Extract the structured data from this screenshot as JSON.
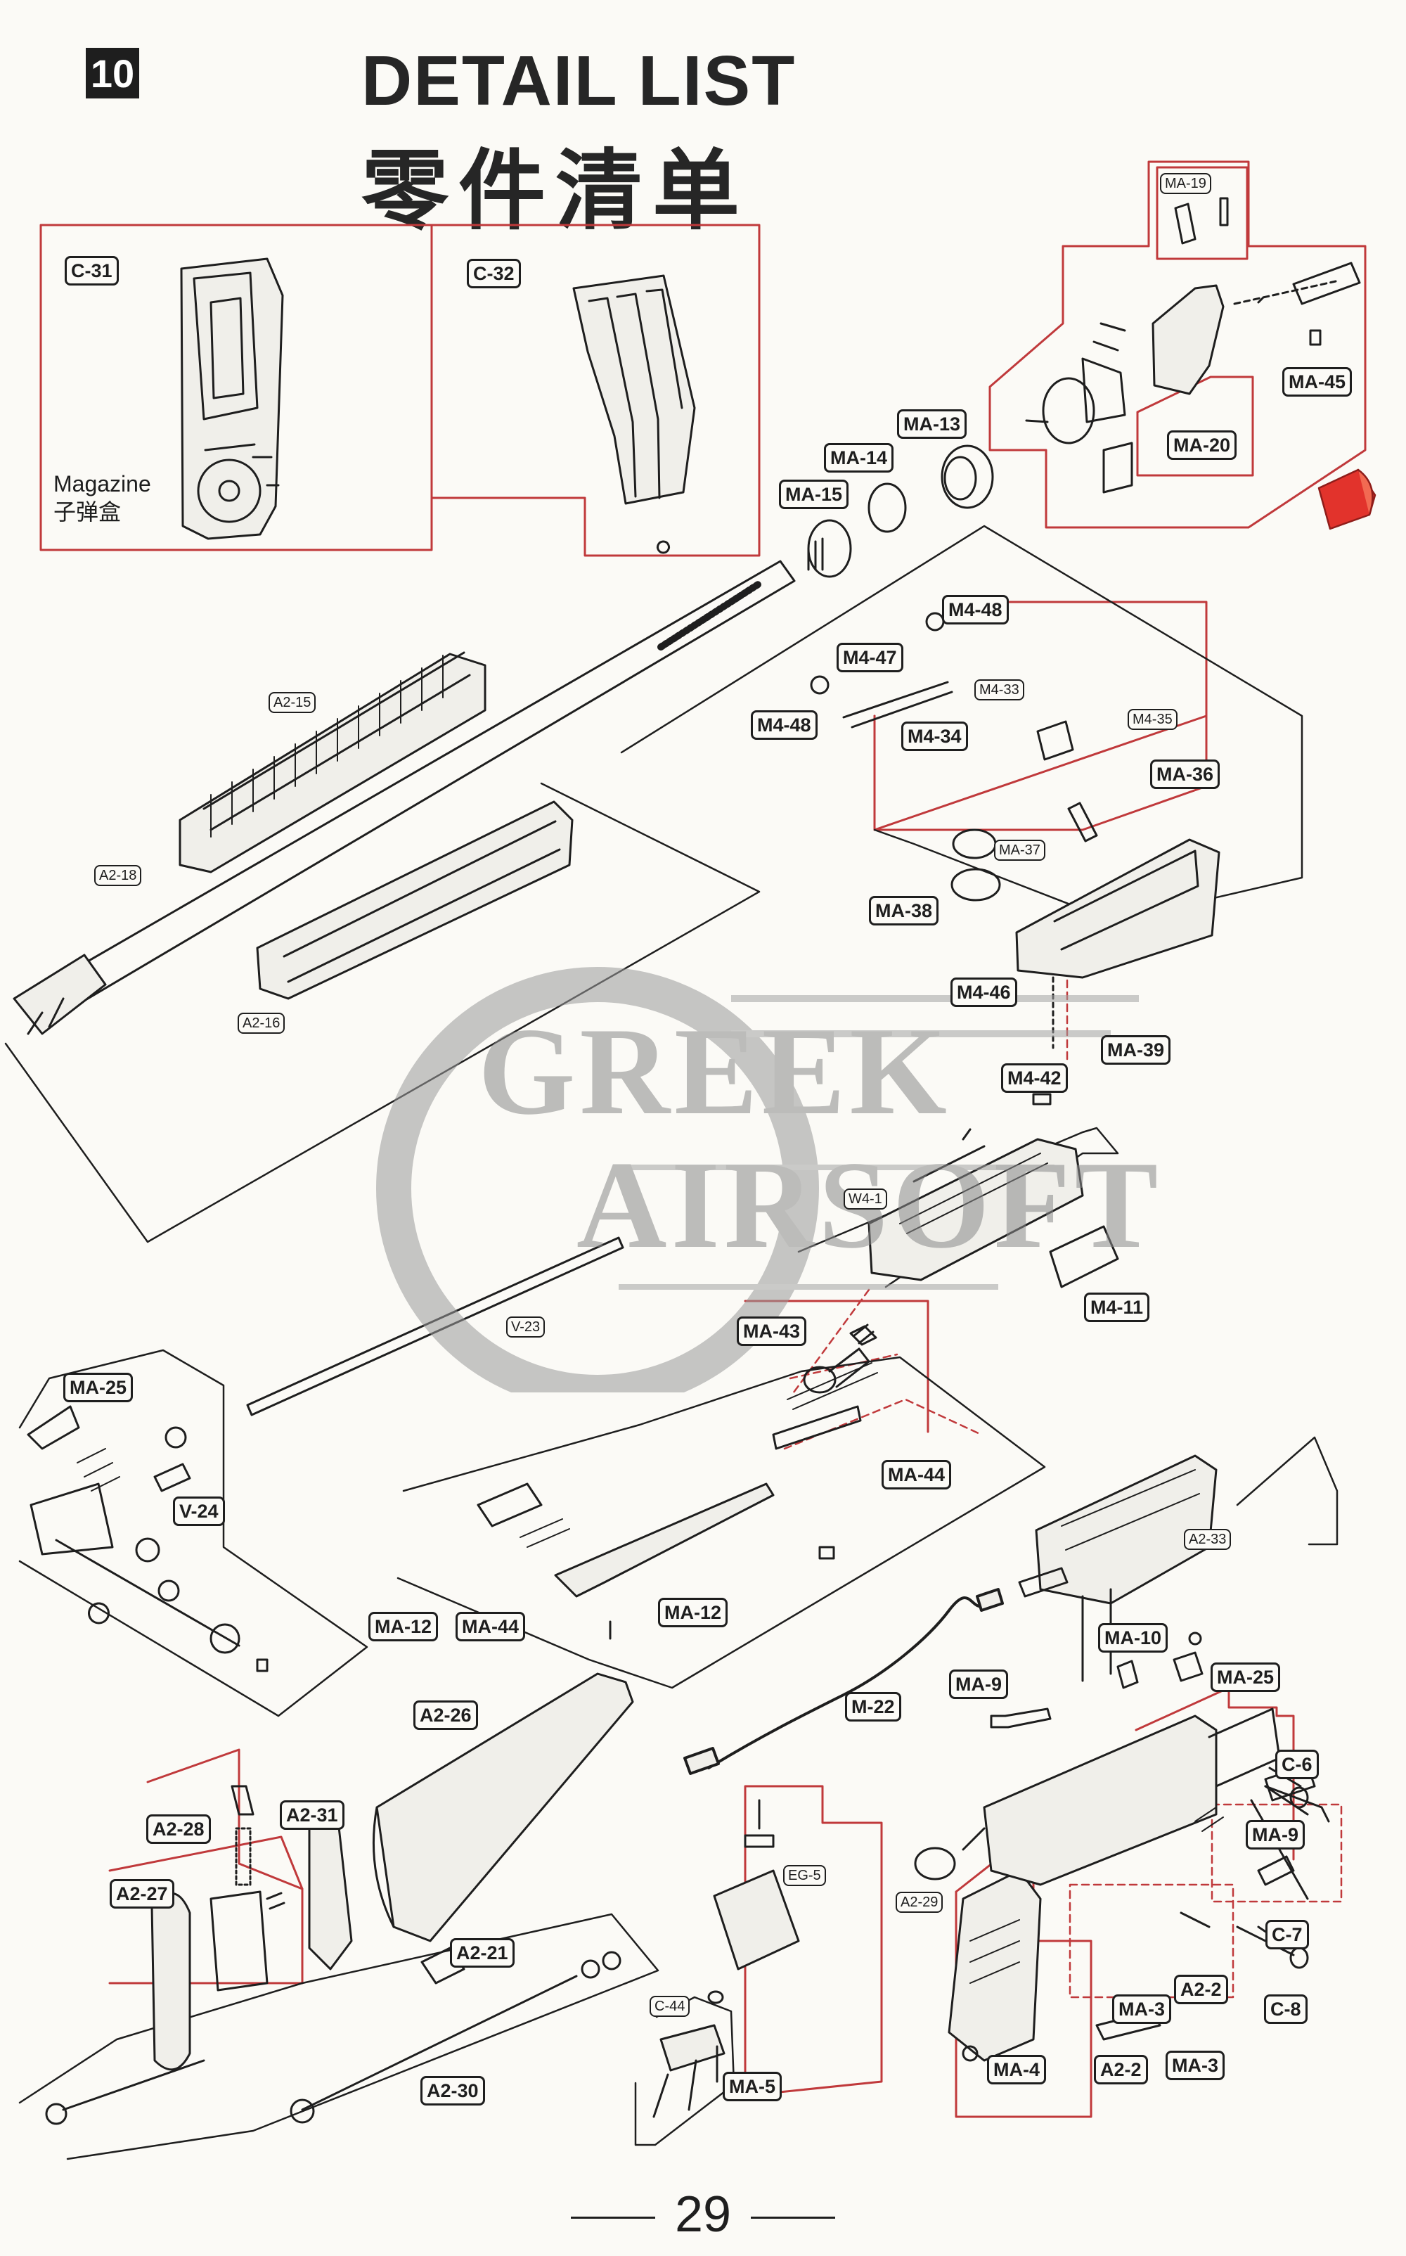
{
  "header": {
    "section_number": "10",
    "title": "DETAIL LIST",
    "subtitle": "零件清单"
  },
  "magazine_label": {
    "en": "Magazine",
    "zh": "子弹盒"
  },
  "watermark": {
    "line1": "GREEK",
    "line2": "AIRSOFT"
  },
  "page_number": "29",
  "colors": {
    "frame": "#c0393b",
    "line": "#1e1e1e",
    "highlight_part": "#e2332c",
    "watermark": "#8a8a8a"
  },
  "parts": [
    {
      "id": "c31",
      "label": "C-31"
    },
    {
      "id": "c32",
      "label": "C-32"
    },
    {
      "id": "ma19",
      "label": "MA-19"
    },
    {
      "id": "ma45",
      "label": "MA-45"
    },
    {
      "id": "ma20",
      "label": "MA-20"
    },
    {
      "id": "ma13",
      "label": "MA-13"
    },
    {
      "id": "ma14",
      "label": "MA-14"
    },
    {
      "id": "ma15",
      "label": "MA-15"
    },
    {
      "id": "m448a",
      "label": "M4-48"
    },
    {
      "id": "m447",
      "label": "M4-47"
    },
    {
      "id": "m433",
      "label": "M4-33"
    },
    {
      "id": "m448b",
      "label": "M4-48"
    },
    {
      "id": "m434",
      "label": "M4-34"
    },
    {
      "id": "m435",
      "label": "M4-35"
    },
    {
      "id": "ma36",
      "label": "MA-36"
    },
    {
      "id": "ma37",
      "label": "MA-37"
    },
    {
      "id": "ma38",
      "label": "MA-38"
    },
    {
      "id": "m446",
      "label": "M4-46"
    },
    {
      "id": "ma39",
      "label": "MA-39"
    },
    {
      "id": "m442",
      "label": "M4-42"
    },
    {
      "id": "a215",
      "label": "A2-15"
    },
    {
      "id": "a218",
      "label": "A2-18"
    },
    {
      "id": "a216",
      "label": "A2-16"
    },
    {
      "id": "w41",
      "label": "W4-1"
    },
    {
      "id": "m411",
      "label": "M4-11"
    },
    {
      "id": "ma43",
      "label": "MA-43"
    },
    {
      "id": "v23",
      "label": "V-23"
    },
    {
      "id": "ma25a",
      "label": "MA-25"
    },
    {
      "id": "v24",
      "label": "V-24"
    },
    {
      "id": "ma44a",
      "label": "MA-44"
    },
    {
      "id": "ma12a",
      "label": "MA-12"
    },
    {
      "id": "ma12b",
      "label": "MA-12"
    },
    {
      "id": "ma44b",
      "label": "MA-44"
    },
    {
      "id": "a233",
      "label": "A2-33"
    },
    {
      "id": "ma10",
      "label": "MA-10"
    },
    {
      "id": "ma9a",
      "label": "MA-9"
    },
    {
      "id": "ma25b",
      "label": "MA-25"
    },
    {
      "id": "m22",
      "label": "M-22"
    },
    {
      "id": "a226",
      "label": "A2-26"
    },
    {
      "id": "c6",
      "label": "C-6"
    },
    {
      "id": "ma9b",
      "label": "MA-9"
    },
    {
      "id": "a231",
      "label": "A2-31"
    },
    {
      "id": "a228",
      "label": "A2-28"
    },
    {
      "id": "eg5",
      "label": "EG-5"
    },
    {
      "id": "a227",
      "label": "A2-27"
    },
    {
      "id": "a229",
      "label": "A2-29"
    },
    {
      "id": "c7",
      "label": "C-7"
    },
    {
      "id": "a221",
      "label": "A2-21"
    },
    {
      "id": "a22a",
      "label": "A2-2"
    },
    {
      "id": "ma3a",
      "label": "MA-3"
    },
    {
      "id": "c8",
      "label": "C-8"
    },
    {
      "id": "c44",
      "label": "C-44"
    },
    {
      "id": "ma5",
      "label": "MA-5"
    },
    {
      "id": "ma4",
      "label": "MA-4"
    },
    {
      "id": "a22b",
      "label": "A2-2"
    },
    {
      "id": "ma3b",
      "label": "MA-3"
    },
    {
      "id": "a230",
      "label": "A2-30"
    }
  ]
}
